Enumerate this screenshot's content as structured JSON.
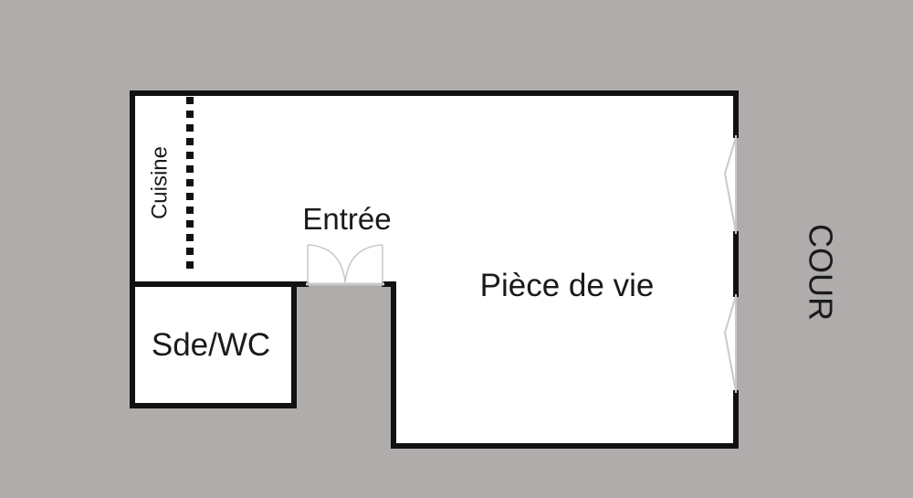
{
  "colors": {
    "background": "#b0acac",
    "floor": "#ffffff",
    "wall": "#111111",
    "text": "#1a1a1a",
    "window": "#c9c9c9"
  },
  "rooms": {
    "kitchen": {
      "label": "Cuisine"
    },
    "entrance": {
      "label": "Entrée"
    },
    "living": {
      "label": "Pièce de vie"
    },
    "bathroom": {
      "label": "Sde/WC"
    }
  },
  "exterior": {
    "courtyard": {
      "label": "COUR"
    }
  }
}
